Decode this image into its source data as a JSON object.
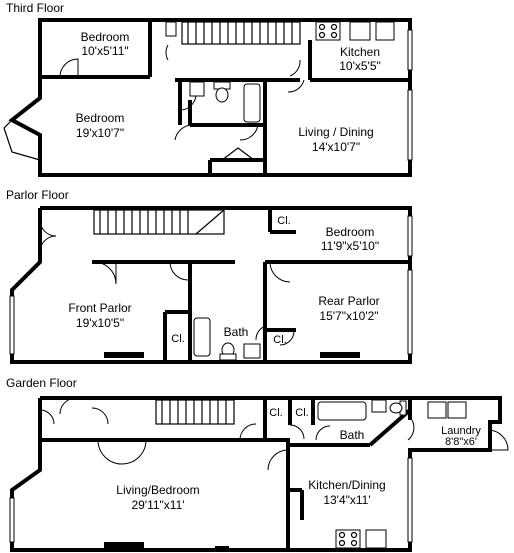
{
  "floors": [
    {
      "title": "Third Floor",
      "rooms": [
        {
          "name": "Bedroom",
          "dims": "10'x5'11\""
        },
        {
          "name": "Kitchen",
          "dims": "10'x5'5\""
        },
        {
          "name": "Bedroom",
          "dims": "19'x10'7\""
        },
        {
          "name": "Living / Dining",
          "dims": "14'x10'7\""
        }
      ]
    },
    {
      "title": "Parlor Floor",
      "rooms": [
        {
          "name": "Cl."
        },
        {
          "name": "Bedroom",
          "dims": "11'9\"x5'10\""
        },
        {
          "name": "Front Parlor",
          "dims": "19'x10'5\""
        },
        {
          "name": "Rear Parlor",
          "dims": "15'7\"x10'2\""
        },
        {
          "name": "Cl."
        },
        {
          "name": "Bath"
        },
        {
          "name": "Cl."
        }
      ]
    },
    {
      "title": "Garden Floor",
      "rooms": [
        {
          "name": "Cl."
        },
        {
          "name": "Cl."
        },
        {
          "name": "Bath"
        },
        {
          "name": "Laundry",
          "dims": "8'8\"x6'"
        },
        {
          "name": "Kitchen/Dining",
          "dims": "13'4\"x11'"
        },
        {
          "name": "Living/Bedroom",
          "dims": "29'11\"x11'"
        }
      ]
    }
  ]
}
